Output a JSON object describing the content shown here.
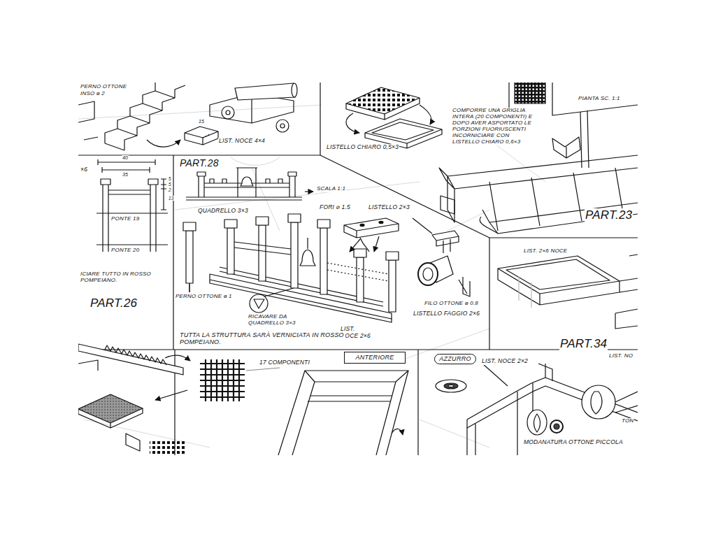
{
  "diagram": {
    "nodes": [
      {
        "text": [
          "ANTERIORE"
        ]
      },
      {
        "text": [
          "AZZURRO"
        ]
      }
    ],
    "labels": [
      "PERNO OTTONE",
      "INSO ⌀ 2",
      "LIST. NOCE 4×4",
      "15",
      "LISTELLO CHIARO 0,5×3",
      "COMPORRE UNA GRIGLIA INTERA (20 COMPONENTI) E DOPO AVER ASPORTATO LE PORZIONI FUORIUSCENTI INCORNICIARE CON LISTELLO CHIARO 0,6×3",
      "PIANTA SC. 1:1",
      "×6",
      "PART.28",
      "40",
      "35",
      "5",
      "5",
      "2",
      "13",
      "PONTE 19",
      "PONTE 20",
      "ICIARE TUTTO IN ROSSO POMPEIANO.",
      "PART.26",
      "SCALA 1:1",
      "QUADRELLO 3×3",
      "FORI ⌀ 1.5",
      "LISTELLO 2×3",
      "PERNO OTTONE ⌀ 1",
      "RICAVARE DA QUADRELLO 3×3",
      "FILO OTTONE ⌀ 0.8",
      "LISTELLO FAGGIO 2×6",
      "LIST. NOCE 2×6",
      "TUTTA LA STRUTTURA SARÀ VERNICIATA IN ROSSO POMPEIANO.",
      "PART.23",
      "LIST. 2×6 NOCE",
      "PART.34",
      "LIST. NO",
      "17 COMPONENTI",
      "LIST. NOCE 2×2",
      "MODANATURA OTTONE PICCOLA",
      "TON"
    ]
  }
}
